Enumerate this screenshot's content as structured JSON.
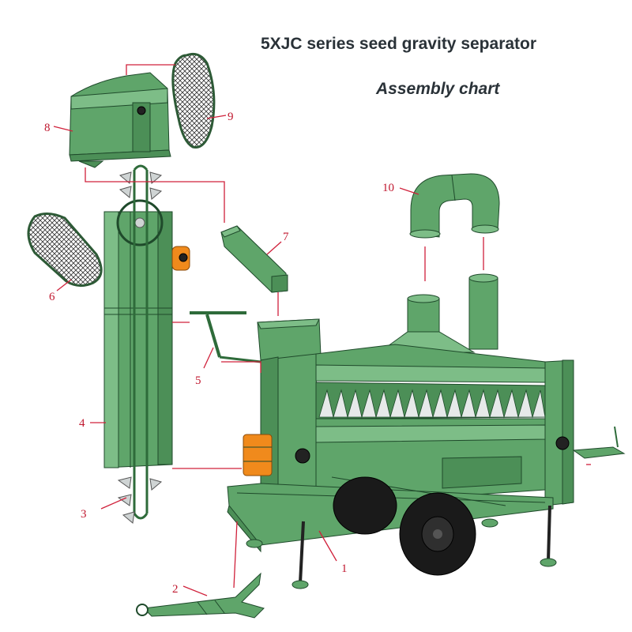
{
  "title": "5XJC series seed gravity separator",
  "subtitle": "Assembly chart",
  "callouts": [
    {
      "id": "1",
      "label": "1"
    },
    {
      "id": "2",
      "label": "2"
    },
    {
      "id": "3",
      "label": "3"
    },
    {
      "id": "4",
      "label": "4"
    },
    {
      "id": "5",
      "label": "5"
    },
    {
      "id": "6",
      "label": "6"
    },
    {
      "id": "7",
      "label": "7"
    },
    {
      "id": "8",
      "label": "8"
    },
    {
      "id": "9",
      "label": "9"
    },
    {
      "id": "10",
      "label": "10"
    }
  ],
  "colors": {
    "machine_green": "#5fa56a",
    "callout_red": "#c0182f",
    "motor_orange": "#f08a1c",
    "wheel_black": "#1a1a1a"
  }
}
